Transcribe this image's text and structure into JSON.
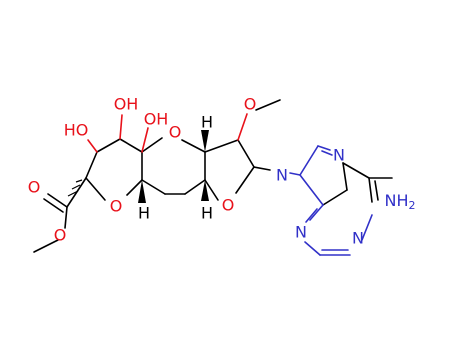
{
  "molecule": {
    "colors": {
      "carbon": "#000000",
      "oxygen": "#e8121b",
      "nitrogen": "#3131c8"
    },
    "atom_labels": {
      "oh_top_left": "HO",
      "oh_top_mid": "OH",
      "oh_top_right": "OH",
      "o_ring_top": "O",
      "h_top_1": "H",
      "o_methoxy": "O",
      "n_imidazole_top": "N",
      "n9": "N",
      "nh2_main": "NH",
      "nh2_sub": "2",
      "o_carbonyl": "O",
      "o_ring_lower": "O",
      "o_furan": "O",
      "h_lower_1": "H",
      "h_lower_2": "H",
      "o_ester": "O",
      "n_pyr_left": "N",
      "n_pyr_right": "N"
    }
  }
}
